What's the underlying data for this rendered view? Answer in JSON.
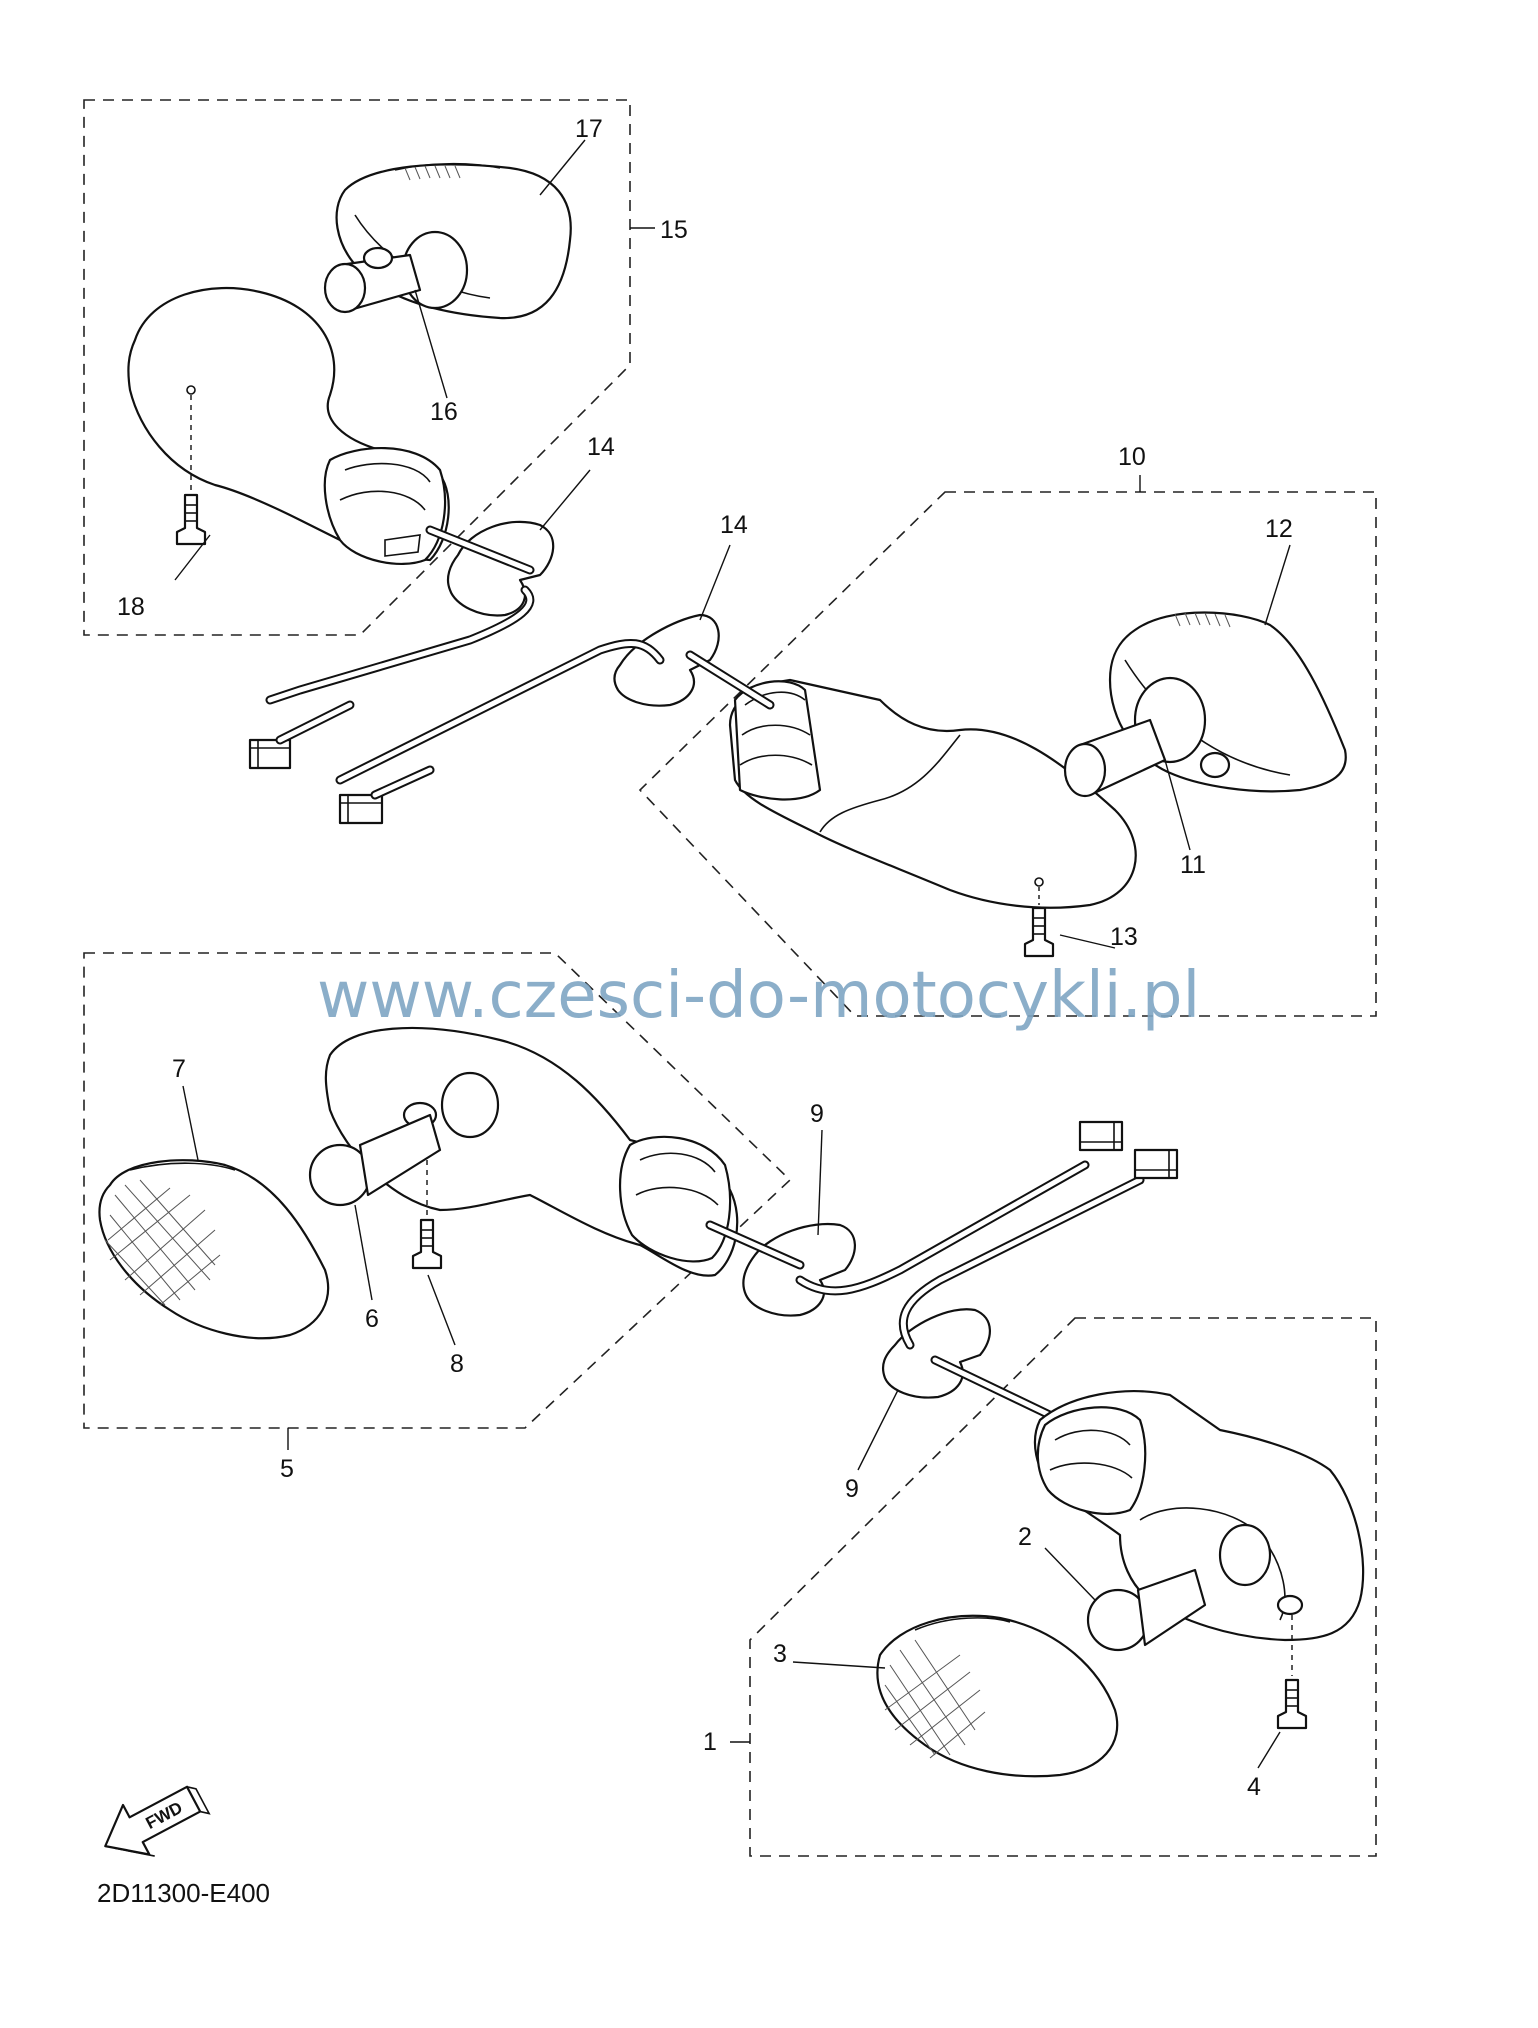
{
  "labels": {
    "n1": "1",
    "n2": "2",
    "n3": "3",
    "n4": "4",
    "n5": "5",
    "n6": "6",
    "n7": "7",
    "n8": "8",
    "n9a": "9",
    "n9b": "9",
    "n10": "10",
    "n11": "11",
    "n12": "12",
    "n13": "13",
    "n14a": "14",
    "n14b": "14",
    "n15": "15",
    "n16": "16",
    "n17": "17",
    "n18": "18"
  },
  "watermark": "www.czesci-do-motocykli.pl",
  "fwd_label": "FWD",
  "diagram_code": "2D11300-E400"
}
